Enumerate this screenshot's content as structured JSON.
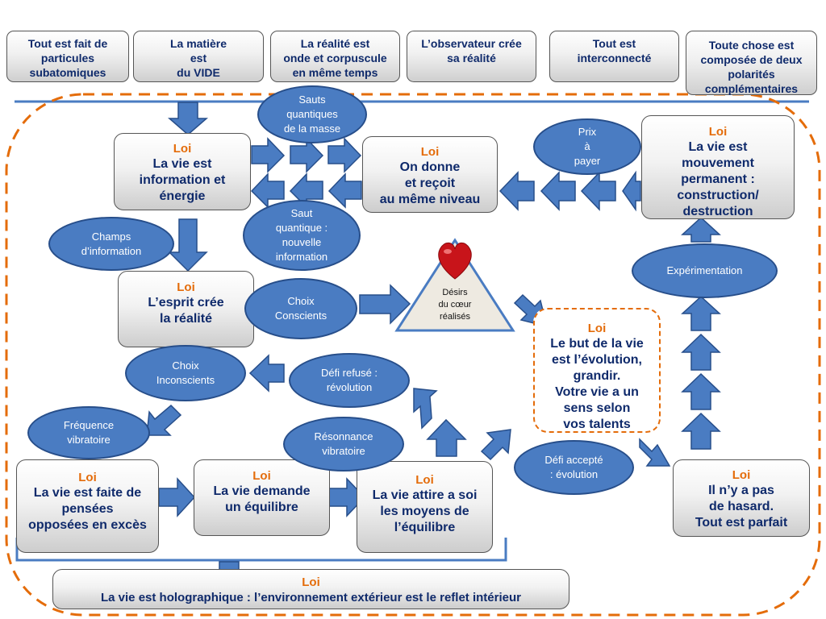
{
  "principles": [
    "Tout est fait de\nparticules\nsubatomiques",
    "La matière\nest\ndu VIDE",
    "La réalité est\nonde et corpuscule\nen même temps",
    "L’observateur crée\nsa réalité",
    "Tout est\ninterconnecté",
    "Toute chose est\ncomposée de deux\npolarités\ncomplémentaires"
  ],
  "law_label": "Loi",
  "laws": {
    "information": "La vie est\ninformation et\nénergie",
    "donne": "On donne\net reçoit\nau même niveau",
    "mouvement": "La vie est\nmouvement\npermanent :\nconstruction/\ndestruction",
    "esprit": "L’esprit crée\nla réalité",
    "but": "Le but de la vie\nest l’évolution,\ngrandir.\nVotre vie a un\nsens selon\nvos talents",
    "pensees": "La vie est faite de\npensées\nopposées en excès",
    "equilibre": "La vie demande\nun équilibre",
    "attire": "La vie attire a soi\nles moyens de\nl’équilibre",
    "hasard": "Il n’y a pas\nde hasard.\nTout est parfait",
    "holographique": "La vie est holographique : l’environnement extérieur est le reflet intérieur"
  },
  "ovals": {
    "sauts": "Sauts\nquantiques\nde la masse",
    "saut_info": "Saut\nquantique :\nnouvelle\ninformation",
    "prix": "Prix\nà\npayer",
    "champs": "Champs\nd’information",
    "choix_conscients": "Choix\nConscients",
    "experimentation": "Expérimentation",
    "choix_inconscients": "Choix\nInconscients",
    "defi_refuse": "Défi refusé :\nrévolution",
    "frequence": "Fréquence\nvibratoire",
    "resonnance": "Résonnance\nvibratoire",
    "defi_accepte": "Défi accepté\n: évolution"
  },
  "desirs": "Désirs\ndu cœur\nréalisés",
  "colors": {
    "accent_orange": "#e46c0a",
    "arrow_blue": "#4a7cc2",
    "text_navy": "#0f2a6b",
    "line_blue": "#4a7cc2"
  }
}
